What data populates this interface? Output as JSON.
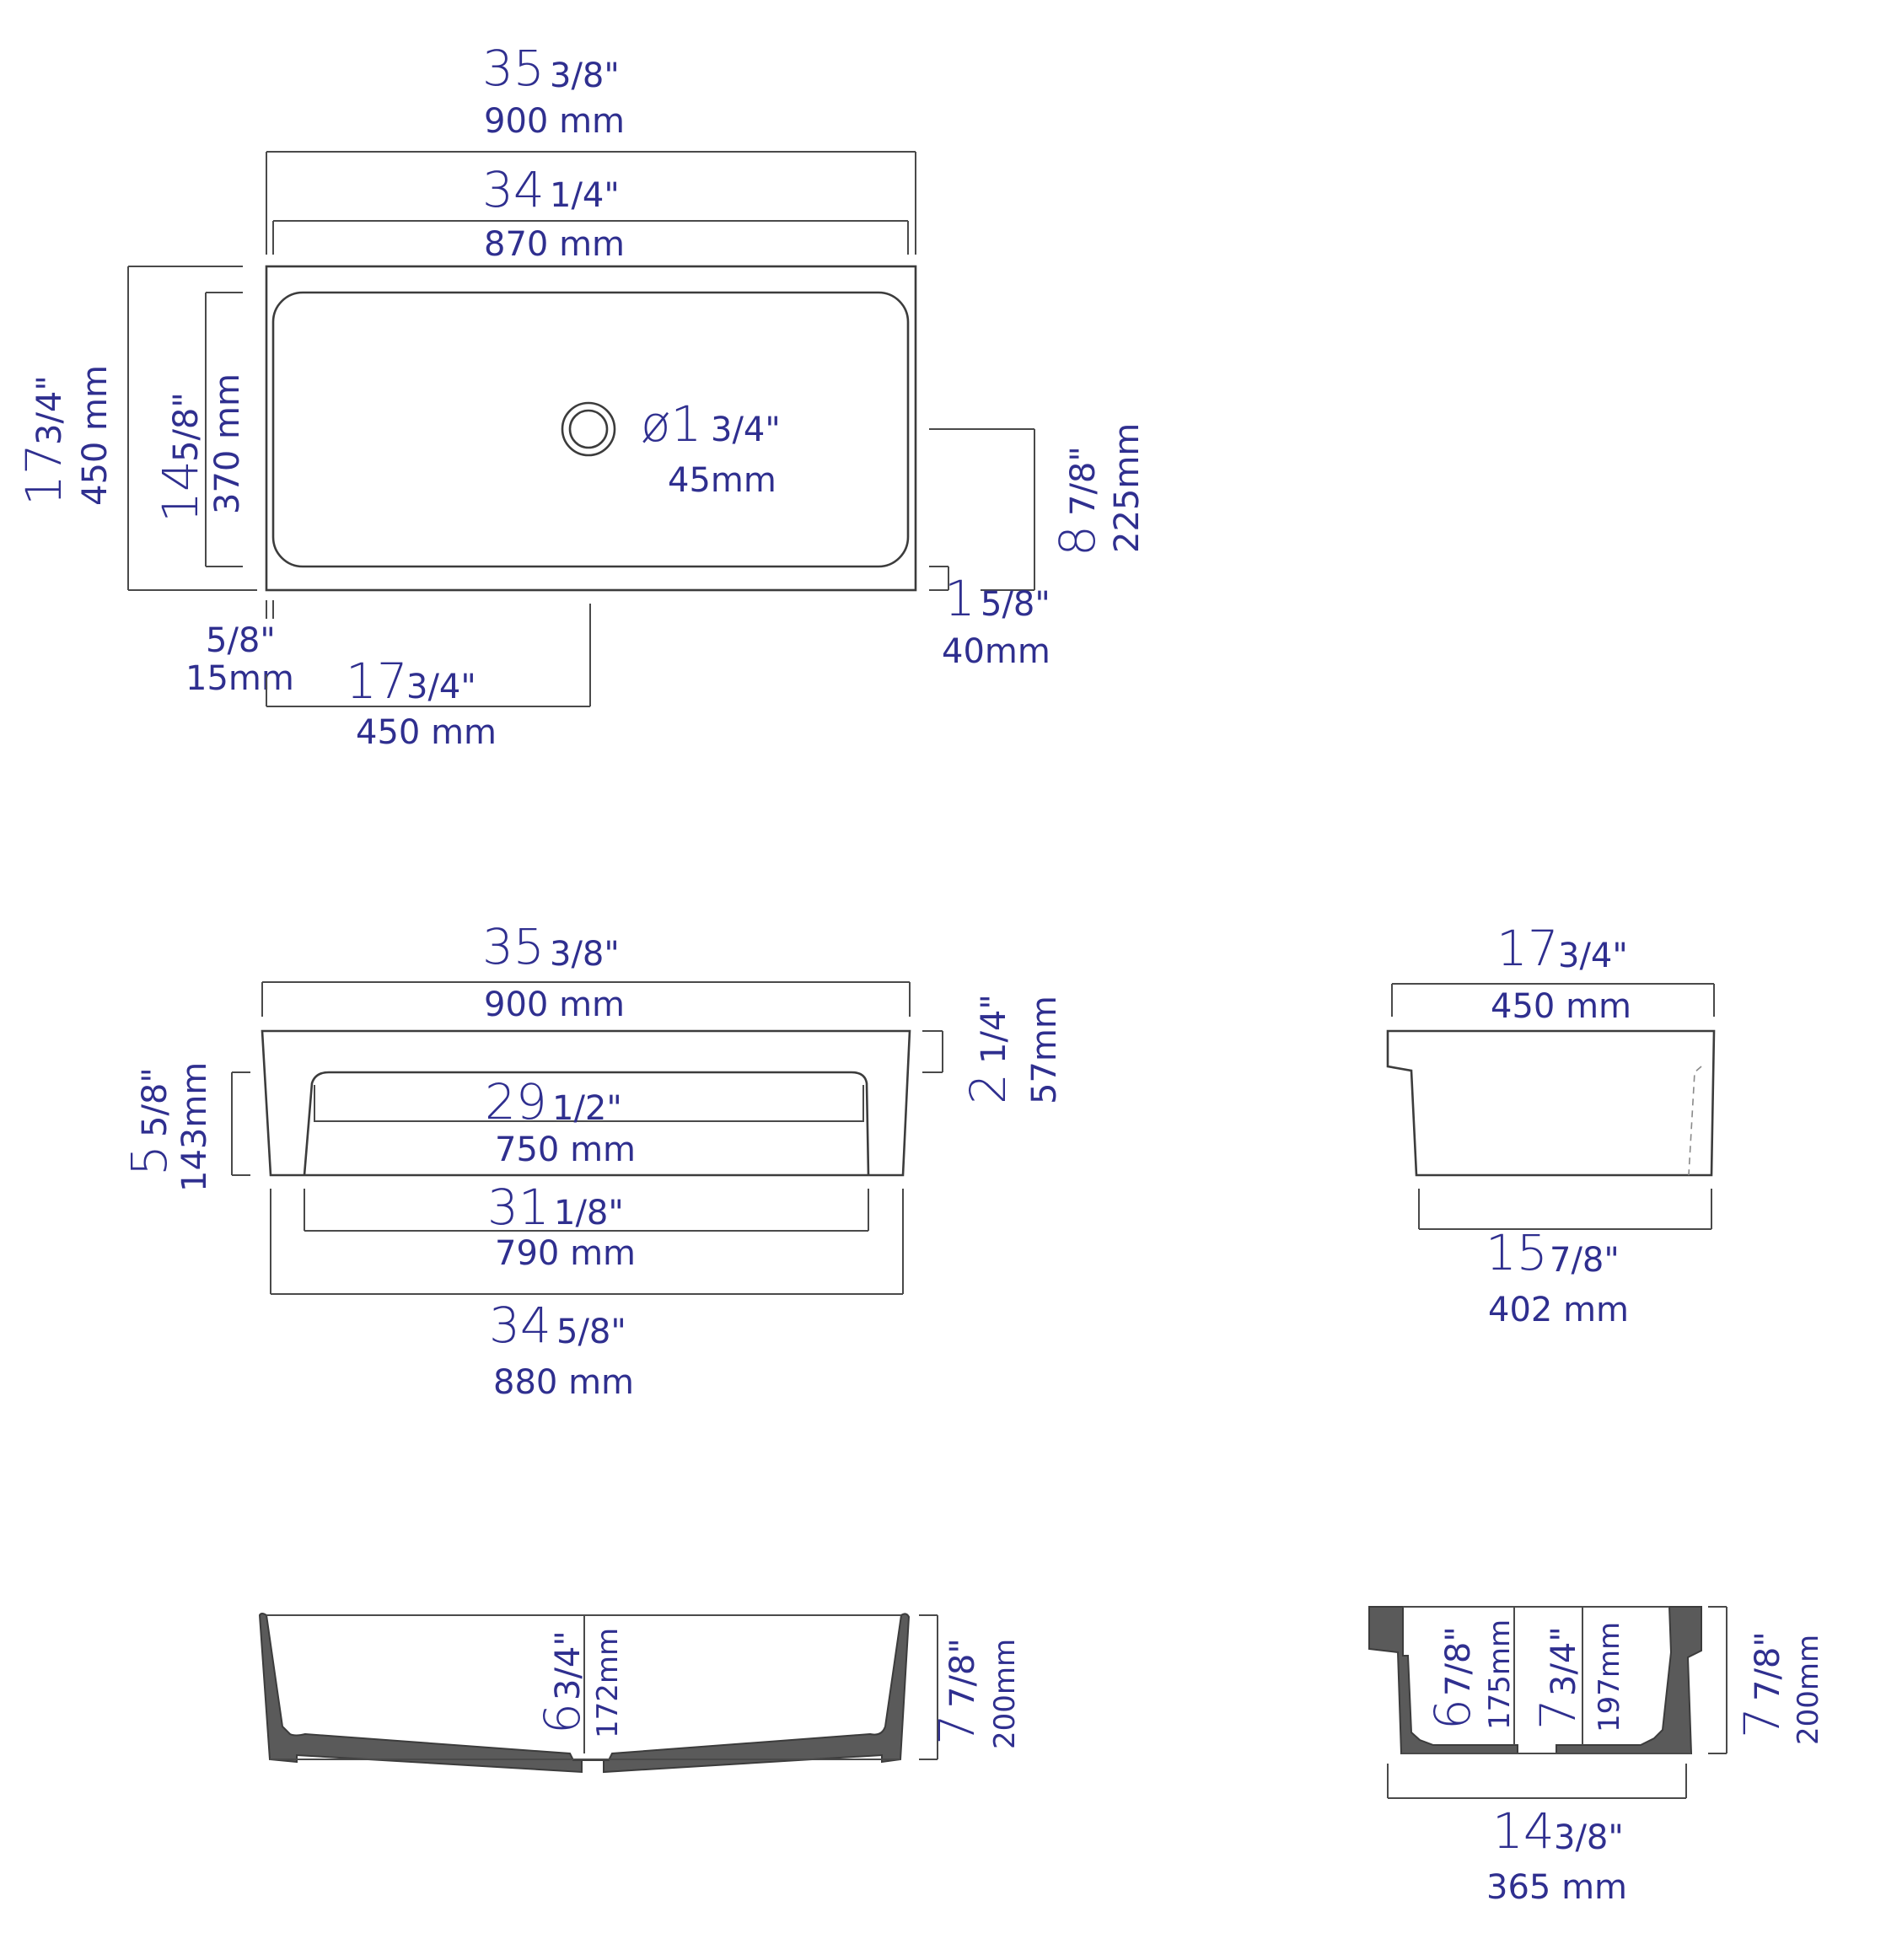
{
  "top_view": {
    "overall_width": {
      "inch_whole": "35",
      "inch_frac": "3/8\"",
      "mm": "900 mm"
    },
    "inner_width": {
      "inch_whole": "34",
      "inch_frac": "1/4\"",
      "mm": "870 mm"
    },
    "overall_depth": {
      "inch_whole": "17",
      "inch_frac": "3/4\"",
      "mm": "450 mm"
    },
    "inner_depth": {
      "inch_whole": "14",
      "inch_frac": "5/8\"",
      "mm": "370 mm"
    },
    "drain_diameter": {
      "inch_whole": "ø1",
      "inch_frac": "3/4\"",
      "mm": "45mm"
    },
    "drain_to_back": {
      "inch_whole": "8",
      "inch_frac": "7/8\"",
      "mm": "225mm"
    },
    "rim_front": {
      "inch_whole": "1",
      "inch_frac": "5/8\"",
      "mm": "40mm"
    },
    "rim_side": {
      "inch_frac": "5/8\"",
      "mm": "15mm"
    },
    "drain_from_side": {
      "inch_whole": "17",
      "inch_frac": "3/4\"",
      "mm": "450 mm"
    }
  },
  "front_view": {
    "top_width": {
      "inch_whole": "35",
      "inch_frac": "3/8\"",
      "mm": "900 mm"
    },
    "rim_height": {
      "inch_whole": "2",
      "inch_frac": "1/4\"",
      "mm": "57mm"
    },
    "basin_height": {
      "inch_whole": "5",
      "inch_frac": "5/8\"",
      "mm": "143mm"
    },
    "basin_width": {
      "inch_whole": "29",
      "inch_frac": "1/2\"",
      "mm": "750 mm"
    },
    "bottom_inner_width": {
      "inch_whole": "31",
      "inch_frac": "1/8\"",
      "mm": "790 mm"
    },
    "bottom_width": {
      "inch_whole": "34",
      "inch_frac": "5/8\"",
      "mm": "880 mm"
    }
  },
  "side_view": {
    "top_depth": {
      "inch_whole": "17",
      "inch_frac": "3/4\"",
      "mm": "450 mm"
    },
    "bottom_depth": {
      "inch_whole": "15",
      "inch_frac": "7/8\"",
      "mm": "402 mm"
    }
  },
  "front_section": {
    "inner_depth": {
      "inch_whole": "6",
      "inch_frac": "3/4\"",
      "mm": "172mm"
    },
    "overall_height": {
      "inch_whole": "7",
      "inch_frac": "7/8\"",
      "mm": "200mm"
    }
  },
  "side_section": {
    "inner_depth_front": {
      "inch_whole": "6",
      "inch_frac": "7/8\"",
      "mm": "175mm"
    },
    "inner_depth_back": {
      "inch_whole": "7",
      "inch_frac": "3/4\"",
      "mm": "197mm"
    },
    "overall_height": {
      "inch_whole": "7",
      "inch_frac": "7/8\"",
      "mm": "200mm"
    },
    "bottom_depth": {
      "inch_whole": "14",
      "inch_frac": "3/8\"",
      "mm": "365 mm"
    }
  },
  "colors": {
    "dimension_text": "#2f2f8f",
    "line": "#3c3c3c",
    "section_fill": "#5a5a5a"
  }
}
